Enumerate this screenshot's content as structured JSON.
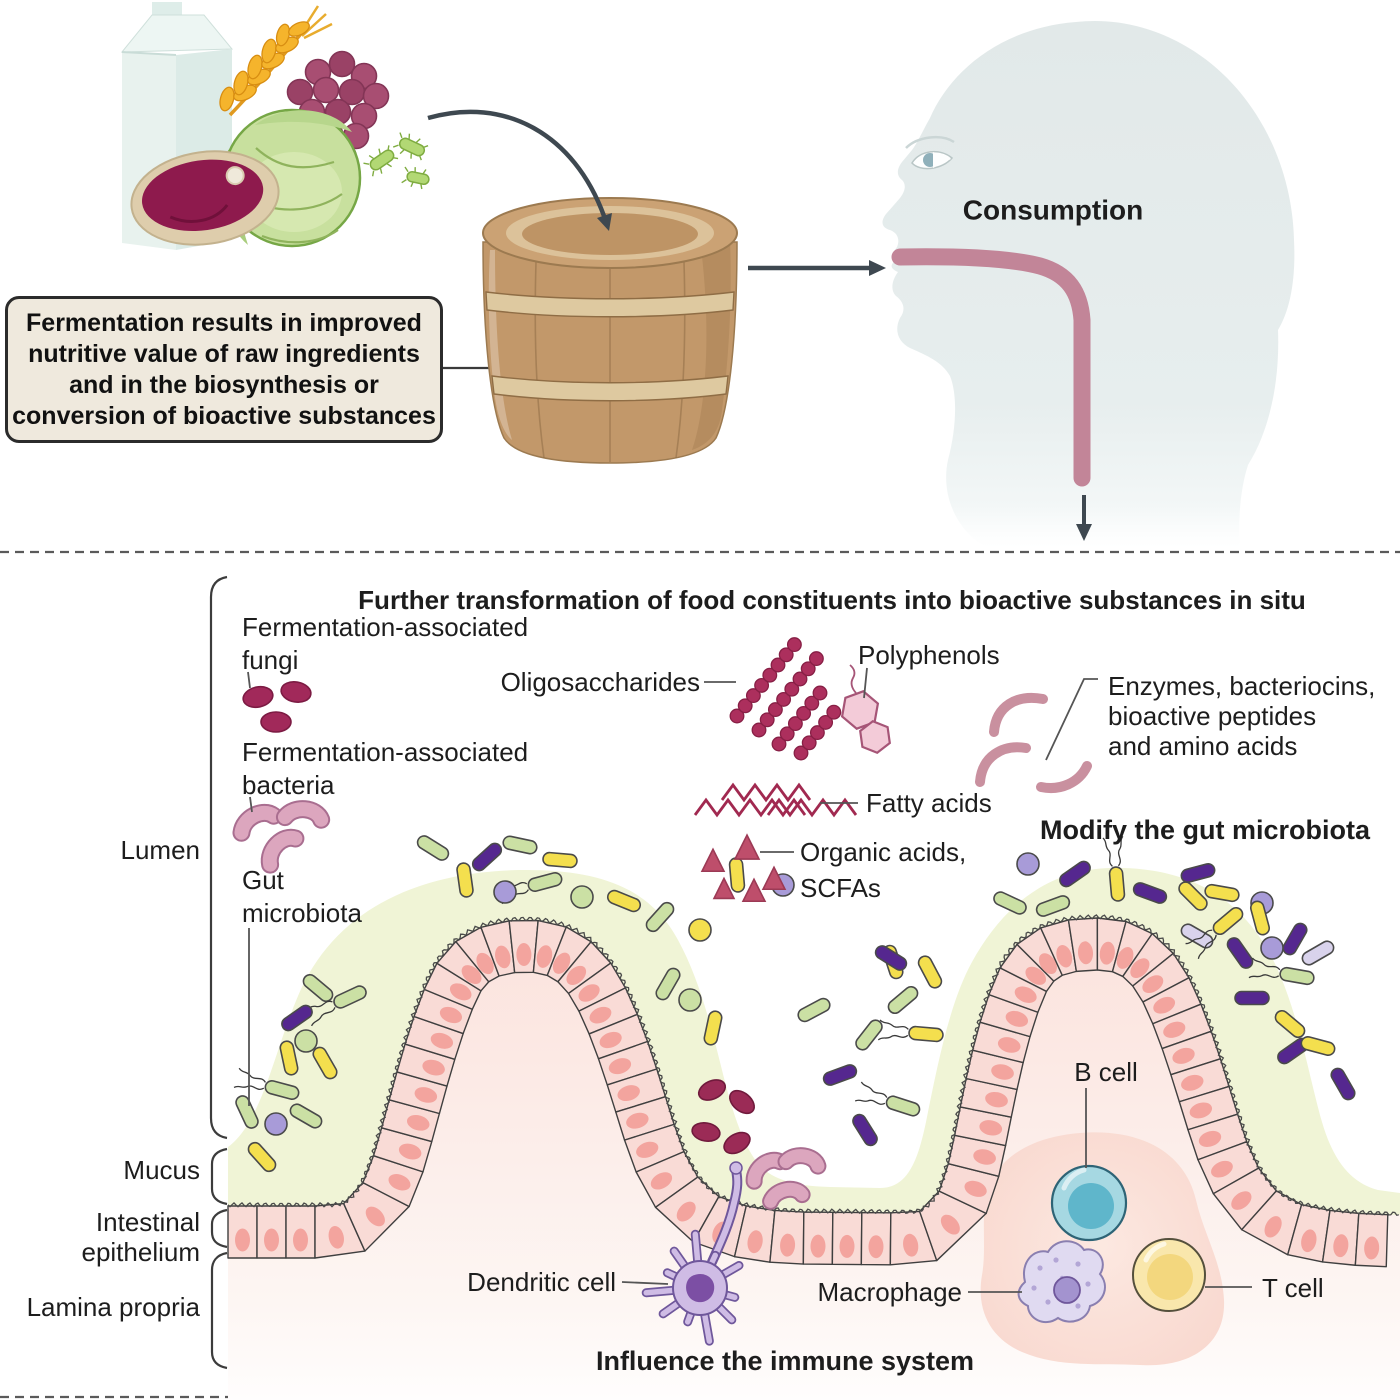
{
  "palette": {
    "accent_maroon": "#A1295A",
    "mucus": "#F0F4D6",
    "epithelium_cell": "#F9DBD6",
    "nucleus": "#F3A49E",
    "bacteria_yellow": "#F4DF4E",
    "bacteria_green": "#CBE0A4",
    "bacteria_purple": "#55278F",
    "bacteria_lavender": "#D9D3EC",
    "bacteria_violet": "#A89BD8",
    "enzyme_pink": "#C9909F",
    "esophagus_pink": "#C28598",
    "head_gray": "#E4EBEB",
    "barrel_tan": "#C49A6C",
    "box_beige": "#EFE9DD",
    "bead_maroon": "#AC2F5D",
    "triangle_rose": "#BE4E6B",
    "zigzag_maroon": "#A12950",
    "fungus_maroon": "#A1295A",
    "crypt_oval": "#9B2B56",
    "bean_pink": "#DCA6BE",
    "bean_edge": "#A96E90"
  },
  "top": {
    "note_lines": [
      "Fermentation results in improved",
      "nutritive value of raw ingredients",
      "and in the biosynthesis or",
      "conversion of bioactive substances"
    ],
    "consumption": "Consumption"
  },
  "bottom": {
    "title": "Further transformation of food constituents into bioactive substances in situ",
    "tissue_labels": {
      "lumen": "Lumen",
      "mucus": "Mucus",
      "intestinal_1": "Intestinal",
      "intestinal_2": "epithelium",
      "lamina": "Lamina propria"
    },
    "microbe_labels": {
      "fungi_1": "Fermentation-associated",
      "fungi_2": "fungi",
      "bacteria_1": "Fermentation-associated",
      "bacteria_2": "bacteria",
      "gut_1": "Gut",
      "gut_2": "microbiota"
    },
    "molecule_labels": {
      "oligosaccharides": "Oligosaccharides",
      "polyphenols": "Polyphenols",
      "fatty_acids": "Fatty acids",
      "organic_acids_1": "Organic acids,",
      "organic_acids_2": "SCFAs",
      "enzymes_1": "Enzymes, bacteriocins,",
      "enzymes_2": "bioactive peptides",
      "enzymes_3": "and amino acids"
    },
    "headings": {
      "modify": "Modify the gut microbiota",
      "influence": "Influence the immune system"
    },
    "immune_labels": {
      "b_cell": "B cell",
      "t_cell": "T cell",
      "macrophage": "Macrophage",
      "dendritic": "Dendritic cell"
    }
  },
  "microbes": {
    "colors": {
      "y": "#F4DF4E",
      "g": "#CBE0A4",
      "p": "#55278F",
      "l": "#D9D3EC",
      "pc": "#A89BD8"
    },
    "items": [
      [
        "rod",
        "g",
        318,
        988,
        40,
        0
      ],
      [
        "rod",
        "g",
        350,
        997,
        -25,
        1
      ],
      [
        "rod",
        "p",
        297,
        1018,
        -35,
        0
      ],
      [
        "coc",
        "g",
        306,
        1041,
        0,
        0
      ],
      [
        "rod",
        "y",
        289,
        1058,
        78,
        0
      ],
      [
        "rod",
        "y",
        325,
        1063,
        60,
        0
      ],
      [
        "rod",
        "g",
        282,
        1090,
        15,
        1
      ],
      [
        "rod",
        "g",
        306,
        1116,
        30,
        0
      ],
      [
        "coc",
        "pc",
        276,
        1124,
        0,
        0
      ],
      [
        "rod",
        "g",
        247,
        1112,
        65,
        0
      ],
      [
        "rod",
        "y",
        262,
        1157,
        48,
        0
      ],
      [
        "rod",
        "g",
        433,
        848,
        32,
        0
      ],
      [
        "rod",
        "p",
        487,
        857,
        -42,
        0
      ],
      [
        "rod",
        "g",
        520,
        845,
        12,
        0
      ],
      [
        "rod",
        "y",
        465,
        880,
        82,
        0
      ],
      [
        "rod",
        "g",
        545,
        882,
        -15,
        1
      ],
      [
        "coc",
        "g",
        582,
        897,
        0,
        0
      ],
      [
        "rod",
        "y",
        624,
        901,
        22,
        0
      ],
      [
        "rod",
        "g",
        660,
        917,
        -48,
        0
      ],
      [
        "rod",
        "y",
        560,
        860,
        5,
        0
      ],
      [
        "coc",
        "pc",
        505,
        892,
        0,
        0
      ],
      [
        "rod",
        "y",
        737,
        875,
        85,
        0
      ],
      [
        "coc",
        "pc",
        783,
        885,
        0,
        0
      ],
      [
        "coc",
        "y",
        700,
        930,
        0,
        0
      ],
      [
        "rod",
        "g",
        668,
        984,
        -60,
        0
      ],
      [
        "coc",
        "g",
        690,
        1000,
        0,
        0
      ],
      [
        "rod",
        "y",
        713,
        1028,
        -78,
        0
      ],
      [
        "rod",
        "g",
        814,
        1010,
        -28,
        0
      ],
      [
        "rod",
        "p",
        865,
        1130,
        58,
        0
      ],
      [
        "rod",
        "g",
        903,
        1106,
        18,
        1
      ],
      [
        "rod",
        "g",
        869,
        1035,
        -52,
        0
      ],
      [
        "rod",
        "y",
        893,
        962,
        72,
        0
      ],
      [
        "rod",
        "p",
        840,
        1075,
        -20,
        0
      ],
      [
        "rod",
        "g",
        903,
        1000,
        -40,
        0
      ],
      [
        "rod",
        "y",
        930,
        972,
        62,
        0
      ],
      [
        "rod",
        "y",
        926,
        1034,
        5,
        1
      ],
      [
        "rod",
        "p",
        891,
        958,
        32,
        0
      ],
      [
        "coc",
        "pc",
        1028,
        864,
        0,
        0
      ],
      [
        "rod",
        "p",
        1075,
        874,
        -35,
        0
      ],
      [
        "rod",
        "y",
        1117,
        884,
        85,
        1
      ],
      [
        "rod",
        "p",
        1150,
        893,
        20,
        0
      ],
      [
        "rod",
        "p",
        1198,
        873,
        -15,
        0
      ],
      [
        "rod",
        "y",
        1193,
        896,
        45,
        0
      ],
      [
        "rod",
        "y",
        1222,
        893,
        10,
        0
      ],
      [
        "coc",
        "pc",
        1262,
        903,
        0,
        0
      ],
      [
        "rod",
        "g",
        1010,
        903,
        25,
        0
      ],
      [
        "rod",
        "g",
        1053,
        906,
        -20,
        0
      ],
      [
        "rod",
        "l",
        1197,
        936,
        30,
        0
      ],
      [
        "rod",
        "y",
        1228,
        921,
        -40,
        1
      ],
      [
        "rod",
        "y",
        1260,
        918,
        75,
        0
      ],
      [
        "rod",
        "p",
        1240,
        953,
        55,
        0
      ],
      [
        "coc",
        "pc",
        1272,
        948,
        0,
        0
      ],
      [
        "rod",
        "g",
        1297,
        976,
        10,
        1
      ],
      [
        "rod",
        "l",
        1318,
        953,
        -30,
        0
      ],
      [
        "rod",
        "p",
        1295,
        939,
        -60,
        0
      ],
      [
        "rod",
        "y",
        1290,
        1024,
        40,
        0
      ],
      [
        "rod",
        "p",
        1293,
        1051,
        -35,
        0
      ],
      [
        "rod",
        "y",
        1318,
        1046,
        15,
        0
      ],
      [
        "rod",
        "p",
        1343,
        1084,
        60,
        0
      ],
      [
        "rod",
        "p",
        1252,
        998,
        0,
        0
      ]
    ]
  },
  "crypt": {
    "ovals": [
      [
        712,
        1090,
        -25
      ],
      [
        742,
        1102,
        40
      ],
      [
        706,
        1132,
        10
      ],
      [
        737,
        1143,
        -30
      ]
    ],
    "beans": [
      [
        765,
        1168,
        -30
      ],
      [
        803,
        1160,
        15
      ],
      [
        786,
        1194,
        -5
      ]
    ]
  },
  "icons": {
    "fungi": [
      [
        258,
        697,
        -12
      ],
      [
        296,
        692,
        10
      ],
      [
        276,
        722,
        0
      ]
    ],
    "ferment_bacteria": [
      [
        256,
        820,
        -20
      ],
      [
        304,
        814,
        12
      ],
      [
        280,
        848,
        -38
      ]
    ]
  },
  "molecules": {
    "oligo_chains": [
      [
        737,
        716,
        8
      ],
      [
        759,
        730,
        8
      ],
      [
        779,
        744,
        6
      ],
      [
        801,
        753,
        5
      ]
    ],
    "zigzags": [
      [
        722,
        800,
        9
      ],
      [
        695,
        815,
        11
      ],
      [
        768,
        815,
        9
      ]
    ],
    "triangles": [
      [
        713,
        862,
        22
      ],
      [
        747,
        849,
        24
      ],
      [
        774,
        880,
        22
      ],
      [
        724,
        890,
        20
      ],
      [
        754,
        892,
        22
      ]
    ],
    "hexagons": [
      [
        860,
        710,
        19,
        10
      ],
      [
        875,
        737,
        16,
        -8
      ]
    ]
  }
}
